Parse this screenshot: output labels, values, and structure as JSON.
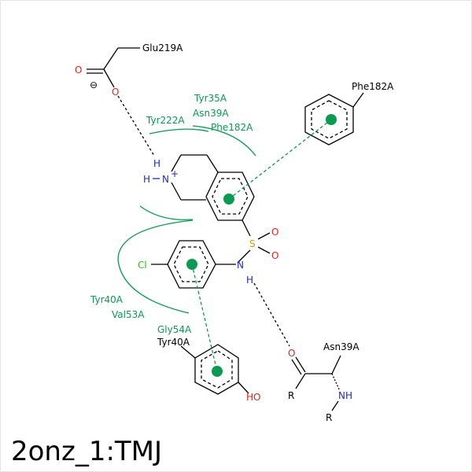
{
  "title": "2onz_1:TMJ",
  "colors": {
    "carbon": "#000000",
    "oxygen": "#e0241c",
    "nitrogen": "#1d2ccc",
    "sulfur": "#c9a100",
    "chlorine": "#2fbf1a",
    "hydrophobic": "#0a9a50"
  },
  "residues": {
    "glu219": "Glu219A",
    "phe182_top": "Phe182A",
    "asn39_bottom": "Asn39A",
    "tyr40_bottom": "Tyr40A"
  },
  "hydrophobic": {
    "tyr35": "Tyr35A",
    "asn39": "Asn39A",
    "tyr222": "Tyr222A",
    "phe182": "Phe182A",
    "tyr40": "Tyr40A",
    "val53": "Val53A",
    "gly54": "Gly54A"
  },
  "atoms": {
    "o_carbonyl": "O",
    "o_carboxylate": "O",
    "charge_minus": "⊖",
    "h_top": "H",
    "h_left": "H",
    "n_plus": "N",
    "plus": "+",
    "s": "S",
    "o_s1": "O",
    "o_s2": "O",
    "n_amide": "N",
    "h_amide": "H",
    "cl": "Cl",
    "o_asn": "O",
    "r1": "R",
    "nh": "NH",
    "r2": "R",
    "ho": "HO"
  }
}
